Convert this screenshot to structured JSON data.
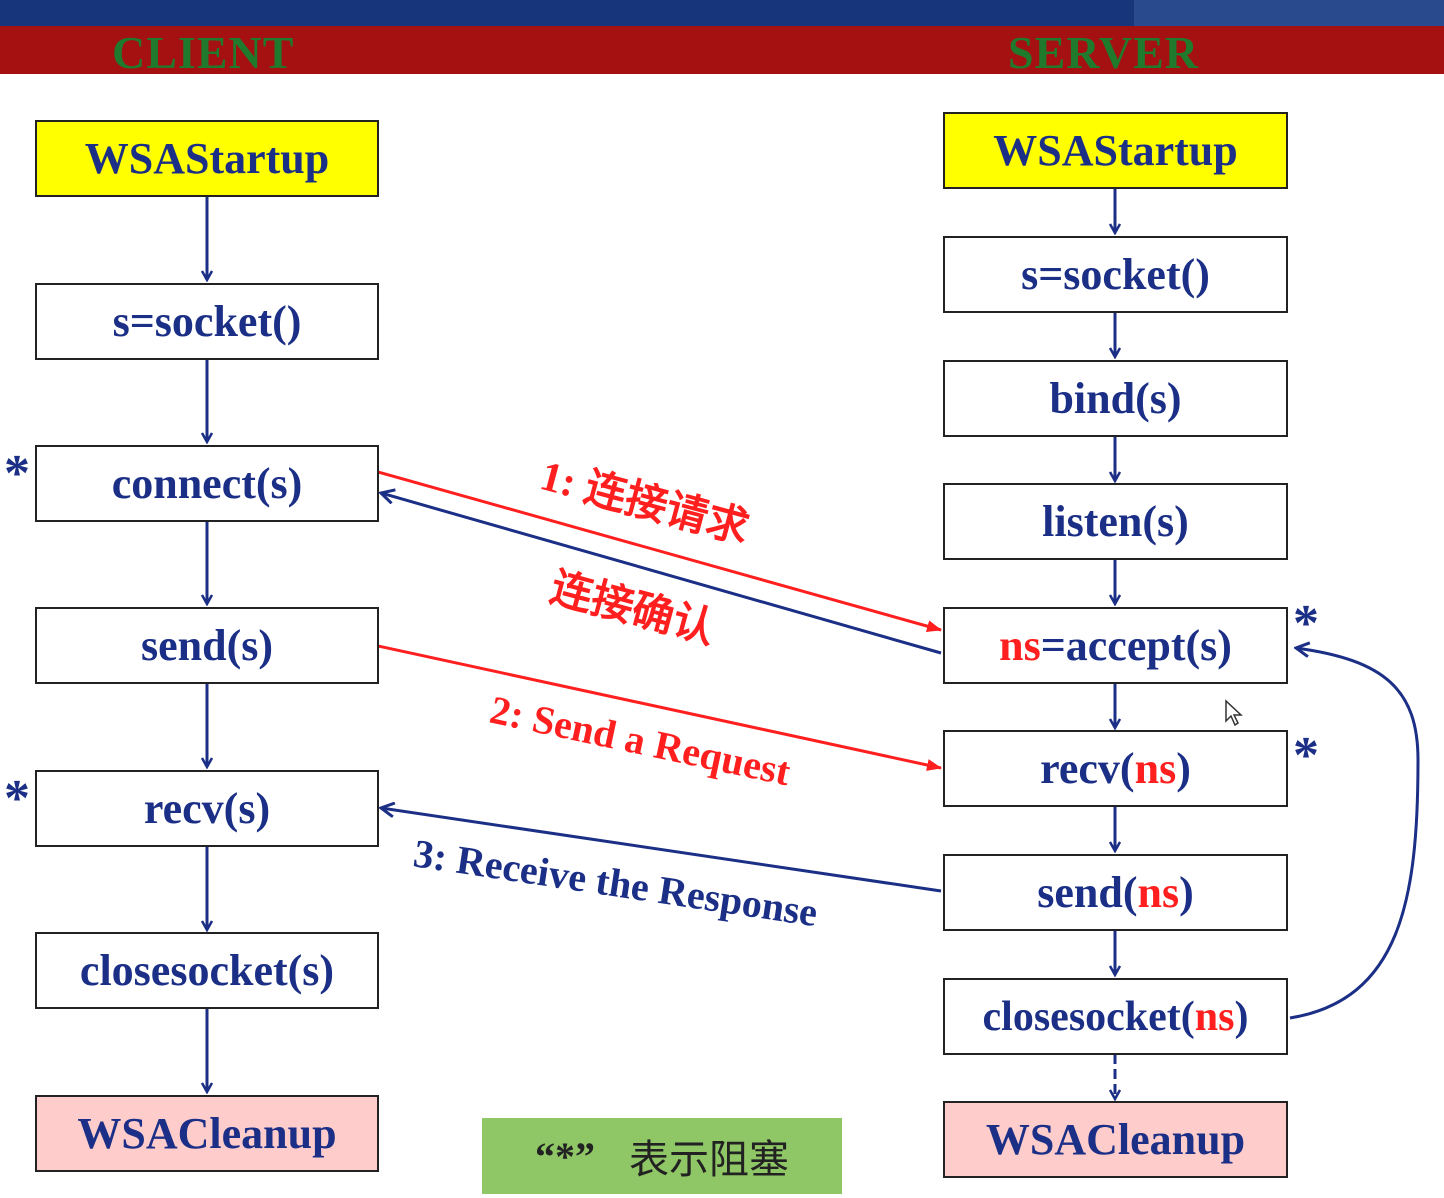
{
  "header": {
    "client": "CLIENT",
    "server": "SERVER"
  },
  "client": {
    "wsastartup": "WSAStartup",
    "socket": "s=socket()",
    "connect": "connect(s)",
    "send": "send(s)",
    "recv": "recv(s)",
    "closesocket": "closesocket(s)",
    "wsacleanup": "WSACleanup"
  },
  "server": {
    "wsastartup": "WSAStartup",
    "socket": "s=socket()",
    "bind": "bind(s)",
    "listen": "listen(s)",
    "accept": {
      "pre": "ns",
      "post": "=accept(s)"
    },
    "recv": {
      "pre": "recv(",
      "ns": "ns",
      "post": ")"
    },
    "send": {
      "pre": "send(",
      "ns": "ns",
      "post": ")"
    },
    "closesocket": {
      "pre": "closesocket(",
      "ns": "ns",
      "post": ")"
    },
    "wsacleanup": "WSACleanup"
  },
  "stars": {
    "symbol": "*"
  },
  "messages": {
    "connect_request": "1:  连接请求",
    "connect_ack": "连接确认",
    "send_request": "2: Send a Request",
    "receive_response": "3: Receive the Response"
  },
  "legend": {
    "symbol": "“*”",
    "text": "表示阻塞"
  },
  "colors": {
    "request": "#ff1f1f",
    "response": "#1b2f86",
    "header": "#a51010",
    "header_text": "#1f7a2d"
  }
}
